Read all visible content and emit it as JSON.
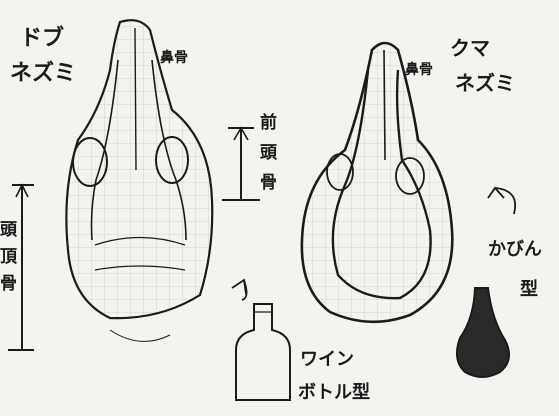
{
  "labels": {
    "left_title_line1": "ドブ",
    "left_title_line2": "ネズミ",
    "right_title_line1": "クマ",
    "right_title_line2": "ネズミ",
    "left_nasal": "鼻骨",
    "right_nasal": "鼻骨",
    "frontal_top": "前",
    "frontal_mid": "頭",
    "frontal_bot": "骨",
    "parietal_1": "頭",
    "parietal_2": "頂",
    "parietal_3": "骨",
    "wine_line1": "ワイン",
    "wine_line2": "ボトル型",
    "vase_line1": "かびん",
    "vase_line2": "型"
  },
  "colors": {
    "paper": "#f3f3ef",
    "grid": "#c9c9c9",
    "ink": "#1b1b1b"
  }
}
